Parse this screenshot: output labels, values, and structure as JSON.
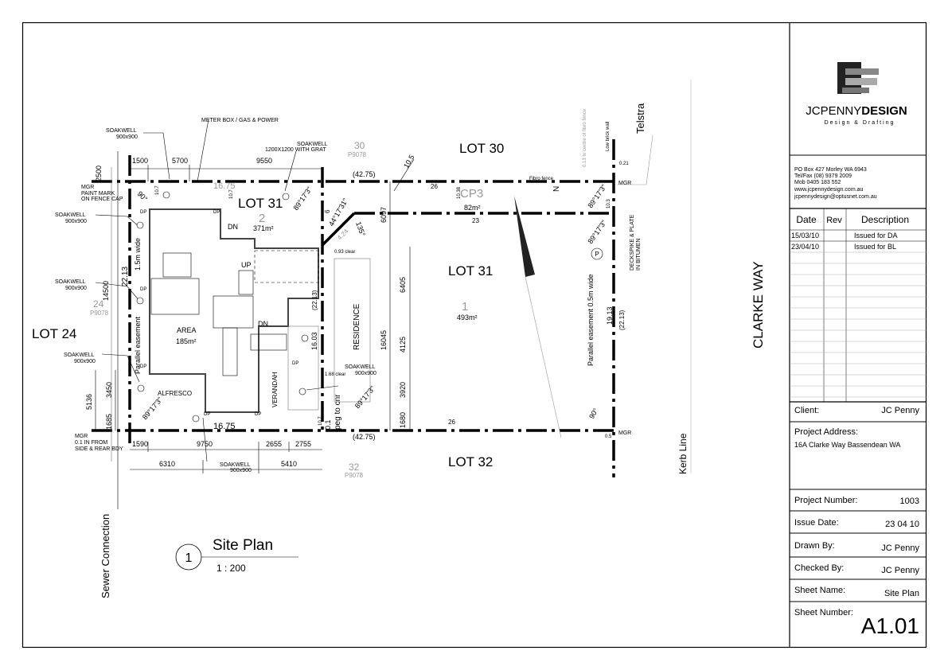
{
  "title_block": {
    "company_name_light": "JCPENNY",
    "company_name_bold": "DESIGN",
    "tagline": "Design & Drafting",
    "address_lines": [
      "PO Box 427  Morley WA 6943",
      "Tel/Fax   (08) 9379 2009",
      "Mob 0405 183 552",
      "www.jcpennydesign.com.au",
      "jcpennydesign@optusnet.com.au"
    ],
    "revisions": {
      "headers": [
        "Date",
        "Rev",
        "Description"
      ],
      "rows": [
        {
          "date": "15/03/10",
          "rev": "",
          "description": "Issued for DA"
        },
        {
          "date": "23/04/10",
          "rev": "",
          "description": "Issued for BL"
        }
      ]
    },
    "client_label": "Client:",
    "client": "JC Penny",
    "project_address_label": "Project Address:",
    "project_address": "16A Clarke Way Bassendean WA",
    "project_number_label": "Project Number:",
    "project_number": "1003",
    "issue_date_label": "Issue Date:",
    "issue_date": "23 04 10",
    "drawn_by_label": "Drawn By:",
    "drawn_by": "JC Penny",
    "checked_by_label": "Checked By:",
    "checked_by": "JC Penny",
    "sheet_name_label": "Sheet Name:",
    "sheet_name": "Site Plan",
    "sheet_number_label": "Sheet Number:",
    "sheet_number": "A1.01"
  },
  "view_title": {
    "number": "1",
    "name": "Site Plan",
    "scale": "1 : 200"
  },
  "plan": {
    "lot30": "LOT 30",
    "lot31_left": "LOT 31",
    "lot31_right": "LOT 31",
    "lot24": "LOT 24",
    "lot32": "LOT 32",
    "clarke_way": "CLARKE WAY",
    "telstra": "Telstra",
    "kerb_line": "Kerb Line",
    "sewer": "Sewer Connection",
    "p30_num": "30",
    "p30_plan": "P9078",
    "p24_num": "24",
    "p24_plan": "P9078",
    "p32_num": "32",
    "p32_plan": "P9078",
    "lot2_num": "2",
    "lot2_area": "371m²",
    "lot1_num": "1",
    "lot1_area": "493m²",
    "cp3": "CP3",
    "cp3_area": "82m²",
    "meter_box": "METER BOX / GAS & POWER",
    "soakwell_900": "SOAKWELL",
    "soakwell_size": "900x900",
    "soakwell_1200": "SOAKWELL",
    "soakwell_1200_size": "1200X1200 WITH GRAT",
    "mgr_paint_1": "MGR",
    "mgr_paint_2": "PAINT MARK",
    "mgr_paint_3": "ON FENCE CAP",
    "mgr_bdy_1": "MGR",
    "mgr_bdy_2": "0.1 IN FROM",
    "mgr_bdy_3": "SIDE & REAR BDY",
    "mgr": "MGR",
    "area": "AREA",
    "area_val": "185m²",
    "alfresco": "ALFRESCO",
    "verandah": "VERANDAH",
    "residence": "RESIDENCE",
    "dn": "DN",
    "up": "UP",
    "dp": "DP",
    "parallel_easement_left": "Parallel easement",
    "easement_wide_left": "1.5m wide",
    "parallel_easement_right": "Parallel easement 0.5m wide",
    "deckspike": "DECKSPIKE & PLATE",
    "inbitumen": "IN BITUMEN",
    "fibro_fence": "Fibro fence",
    "low_brick_wall": "Low brick wall",
    "centre_fibro": "0.13 to centre of fibro fence",
    "peg_to_cnr": "peg to cnr",
    "clear_093": "0.93 clear",
    "clear_168": "1.68 clear",
    "dims": {
      "d1500": "1500",
      "d5700": "5700",
      "d9550": "9550",
      "d2500": "2500",
      "d22_13": "22.13",
      "d14500": "14500",
      "d5136": "5136",
      "d3450": "3450",
      "d1685": "1685",
      "d1590": "1590",
      "d9750": "9750",
      "d2655": "2655",
      "d2755": "2755",
      "d6310": "6310",
      "d5410": "5410",
      "d16_75_top": "16.75",
      "d16_75_bot": "16.75",
      "d42_75_top": "(42.75)",
      "d42_75_bot": "(42.75)",
      "d10_5": "10.5",
      "d26_top": "26",
      "d26_bot": "26",
      "d23": "23",
      "d6097": "6097",
      "d16045": "16045",
      "d6405": "6405",
      "d4125": "4125",
      "d3920": "3920",
      "d1680": "1680",
      "d19_13": "19.13",
      "d22_13r": "(22.13)",
      "d22_13m": "(22.13)",
      "d16_03": "16.03",
      "d6": "6",
      "d4_24": "4.24",
      "d0_21": "0.21",
      "d0_5": "0.5",
      "d0_1": "0.1",
      "d10_38": "10.38",
      "d10_3": "10.3",
      "d10_7": "10.7"
    },
    "angles": {
      "a90_tl": "90°",
      "a89_a": "89°17'3\"",
      "a44": "44°17'31\"",
      "a135": "135°",
      "a89_r1": "89°17'3\"",
      "a89_r2": "89°17'3\"",
      "a89_bl": "89°17'3\"",
      "a89_m": "89°17'3\"",
      "a90_br": "90°",
      "north": "N"
    }
  },
  "colors": {
    "line": "#000000",
    "faint": "#999999"
  }
}
